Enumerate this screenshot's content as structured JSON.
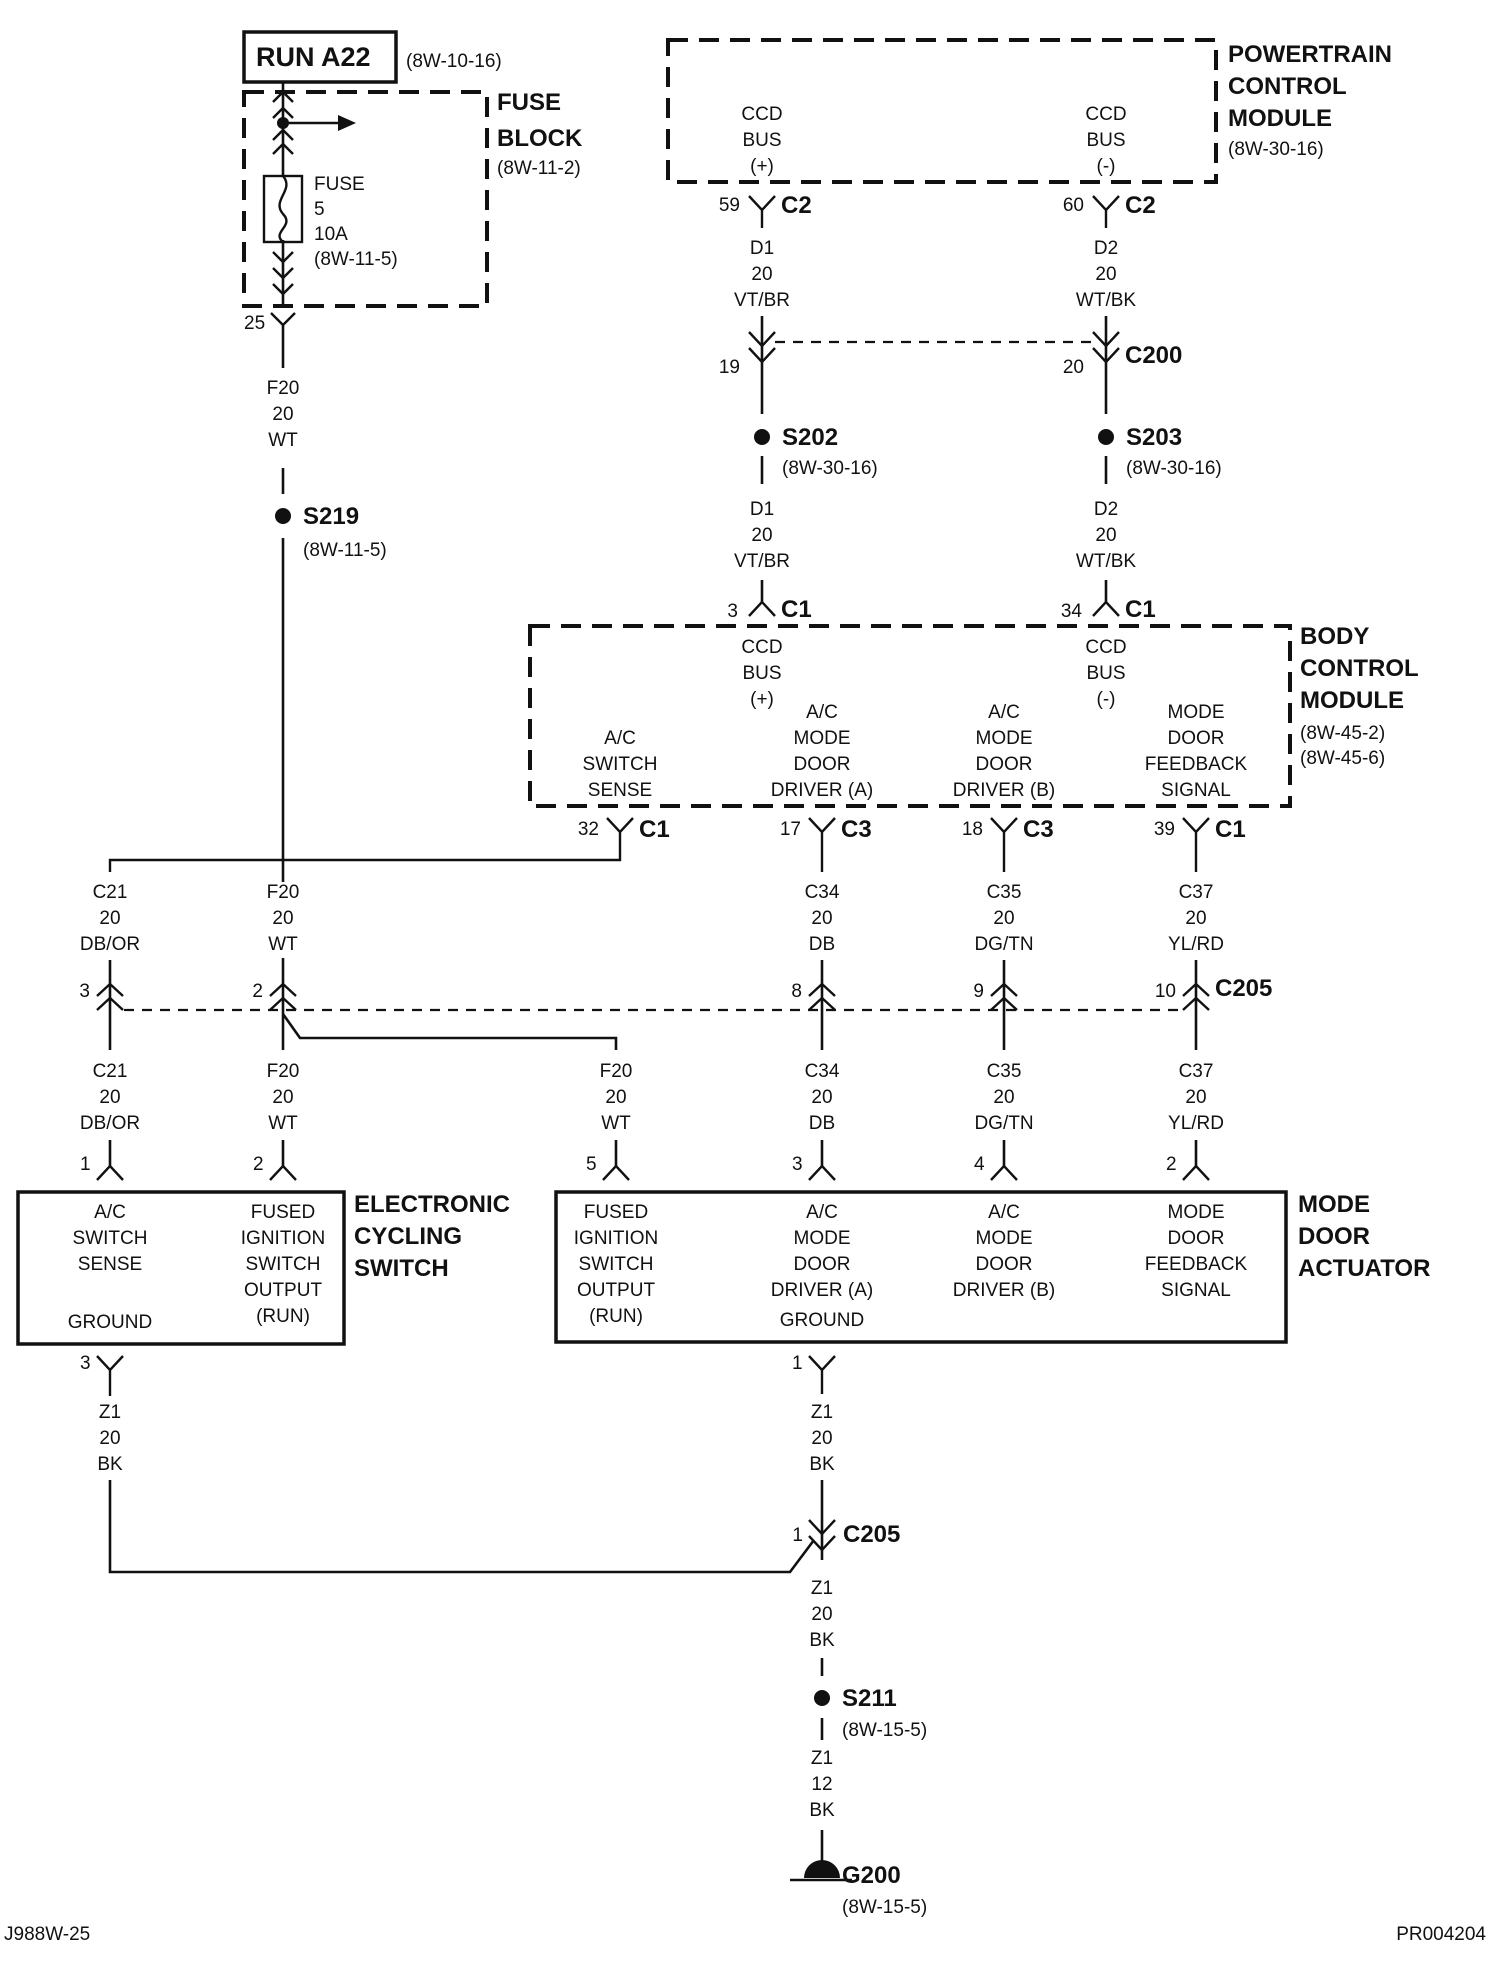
{
  "run_source": {
    "label": "RUN A22",
    "ref": "(8W-10-16)"
  },
  "fuse_block": {
    "title1": "FUSE",
    "title2": "BLOCK",
    "ref": "(8W-11-2)",
    "fuse": [
      "FUSE",
      "5",
      "10A",
      "(8W-11-5)"
    ],
    "pin": "25"
  },
  "pcm": {
    "title": [
      "POWERTRAIN",
      "CONTROL",
      "MODULE"
    ],
    "ref": "(8W-30-16)",
    "pins": [
      {
        "label": [
          "CCD",
          "BUS",
          "(+)"
        ],
        "pin": "59",
        "conn": "C2"
      },
      {
        "label": [
          "CCD",
          "BUS",
          "(-)"
        ],
        "pin": "60",
        "conn": "C2"
      }
    ]
  },
  "wires": {
    "f20_top": [
      "F20",
      "20",
      "WT"
    ],
    "d1_top": [
      "D1",
      "20",
      "VT/BR"
    ],
    "d2_top": [
      "D2",
      "20",
      "WT/BK"
    ],
    "d1_mid": [
      "D1",
      "20",
      "VT/BR"
    ],
    "d2_mid": [
      "D2",
      "20",
      "WT/BK"
    ],
    "c21_up": [
      "C21",
      "20",
      "DB/OR"
    ],
    "f20_up": [
      "F20",
      "20",
      "WT"
    ],
    "c34_up": [
      "C34",
      "20",
      "DB"
    ],
    "c35_up": [
      "C35",
      "20",
      "DG/TN"
    ],
    "c37_up": [
      "C37",
      "20",
      "YL/RD"
    ],
    "c21_low": [
      "C21",
      "20",
      "DB/OR"
    ],
    "f20_low": [
      "F20",
      "20",
      "WT"
    ],
    "f20_branch": [
      "F20",
      "20",
      "WT"
    ],
    "c34_low": [
      "C34",
      "20",
      "DB"
    ],
    "c35_low": [
      "C35",
      "20",
      "DG/TN"
    ],
    "c37_low": [
      "C37",
      "20",
      "YL/RD"
    ],
    "z1_left": [
      "Z1",
      "20",
      "BK"
    ],
    "z1_mid": [
      "Z1",
      "20",
      "BK"
    ],
    "z1_low": [
      "Z1",
      "20",
      "BK"
    ],
    "z1_ground": [
      "Z1",
      "12",
      "BK"
    ]
  },
  "c200": {
    "name": "C200",
    "pin_left": "19",
    "pin_right": "20"
  },
  "splices": {
    "s219": {
      "name": "S219",
      "ref": "(8W-11-5)"
    },
    "s202": {
      "name": "S202",
      "ref": "(8W-30-16)"
    },
    "s203": {
      "name": "S203",
      "ref": "(8W-30-16)"
    },
    "s211": {
      "name": "S211",
      "ref": "(8W-15-5)"
    }
  },
  "bcm": {
    "title": [
      "BODY",
      "CONTROL",
      "MODULE"
    ],
    "refs": [
      "(8W-45-2)",
      "(8W-45-6)"
    ],
    "top_pins": [
      {
        "pin": "3",
        "conn": "C1",
        "label": [
          "CCD",
          "BUS",
          "(+)"
        ]
      },
      {
        "pin": "34",
        "conn": "C1",
        "label": [
          "CCD",
          "BUS",
          "(-)"
        ]
      }
    ],
    "bottom_pins": [
      {
        "pin": "32",
        "conn": "C1",
        "label": [
          "A/C",
          "SWITCH",
          "SENSE"
        ]
      },
      {
        "pin": "17",
        "conn": "C3",
        "label": [
          "A/C",
          "MODE",
          "DOOR",
          "DRIVER (A)"
        ]
      },
      {
        "pin": "18",
        "conn": "C3",
        "label": [
          "A/C",
          "MODE",
          "DOOR",
          "DRIVER (B)"
        ]
      },
      {
        "pin": "39",
        "conn": "C1",
        "label": [
          "MODE",
          "DOOR",
          "FEEDBACK",
          "SIGNAL"
        ]
      }
    ]
  },
  "c205": {
    "name": "C205",
    "pins": [
      "3",
      "2",
      "8",
      "9",
      "10"
    ],
    "ground_pin": "1"
  },
  "ecs": {
    "title": [
      "ELECTRONIC",
      "CYCLING",
      "SWITCH"
    ],
    "pins": [
      "1",
      "2"
    ],
    "labels": [
      [
        "A/C",
        "SWITCH",
        "SENSE"
      ],
      [
        "FUSED",
        "IGNITION",
        "SWITCH",
        "OUTPUT",
        "(RUN)"
      ]
    ],
    "ground_label": "GROUND",
    "ground_pin": "3"
  },
  "mda": {
    "title": [
      "MODE",
      "DOOR",
      "ACTUATOR"
    ],
    "pins": [
      "5",
      "3",
      "4",
      "2"
    ],
    "labels": [
      [
        "FUSED",
        "IGNITION",
        "SWITCH",
        "OUTPUT",
        "(RUN)"
      ],
      [
        "A/C",
        "MODE",
        "DOOR",
        "DRIVER (A)"
      ],
      [
        "A/C",
        "MODE",
        "DOOR",
        "DRIVER (B)"
      ],
      [
        "MODE",
        "DOOR",
        "FEEDBACK",
        "SIGNAL"
      ]
    ],
    "ground_label": "GROUND",
    "ground_pin": "1"
  },
  "ground": {
    "name": "G200",
    "ref": "(8W-15-5)"
  },
  "footer": {
    "left": "J988W-25",
    "right": "PR004204"
  }
}
